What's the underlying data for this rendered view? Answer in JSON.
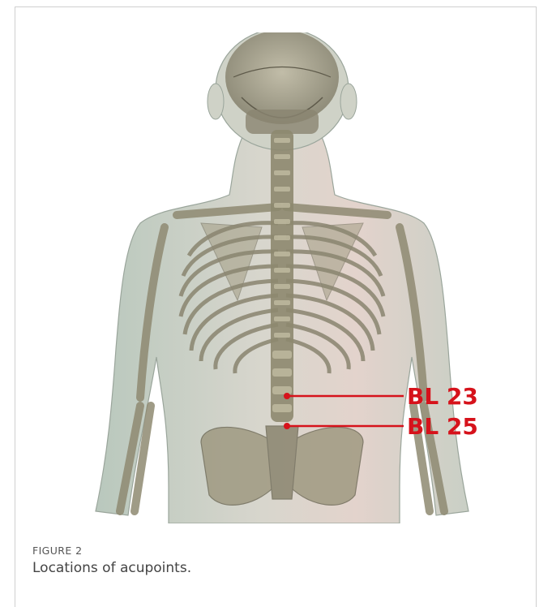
{
  "figure": {
    "label": "FIGURE 2",
    "caption": "Locations of acupoints."
  },
  "acupoints": [
    {
      "name": "BL 23"
    },
    {
      "name": "BL 25"
    }
  ],
  "colors": {
    "accent": "#d6121b",
    "skin": "#c9d3c7",
    "bone": "#8f8a72"
  }
}
